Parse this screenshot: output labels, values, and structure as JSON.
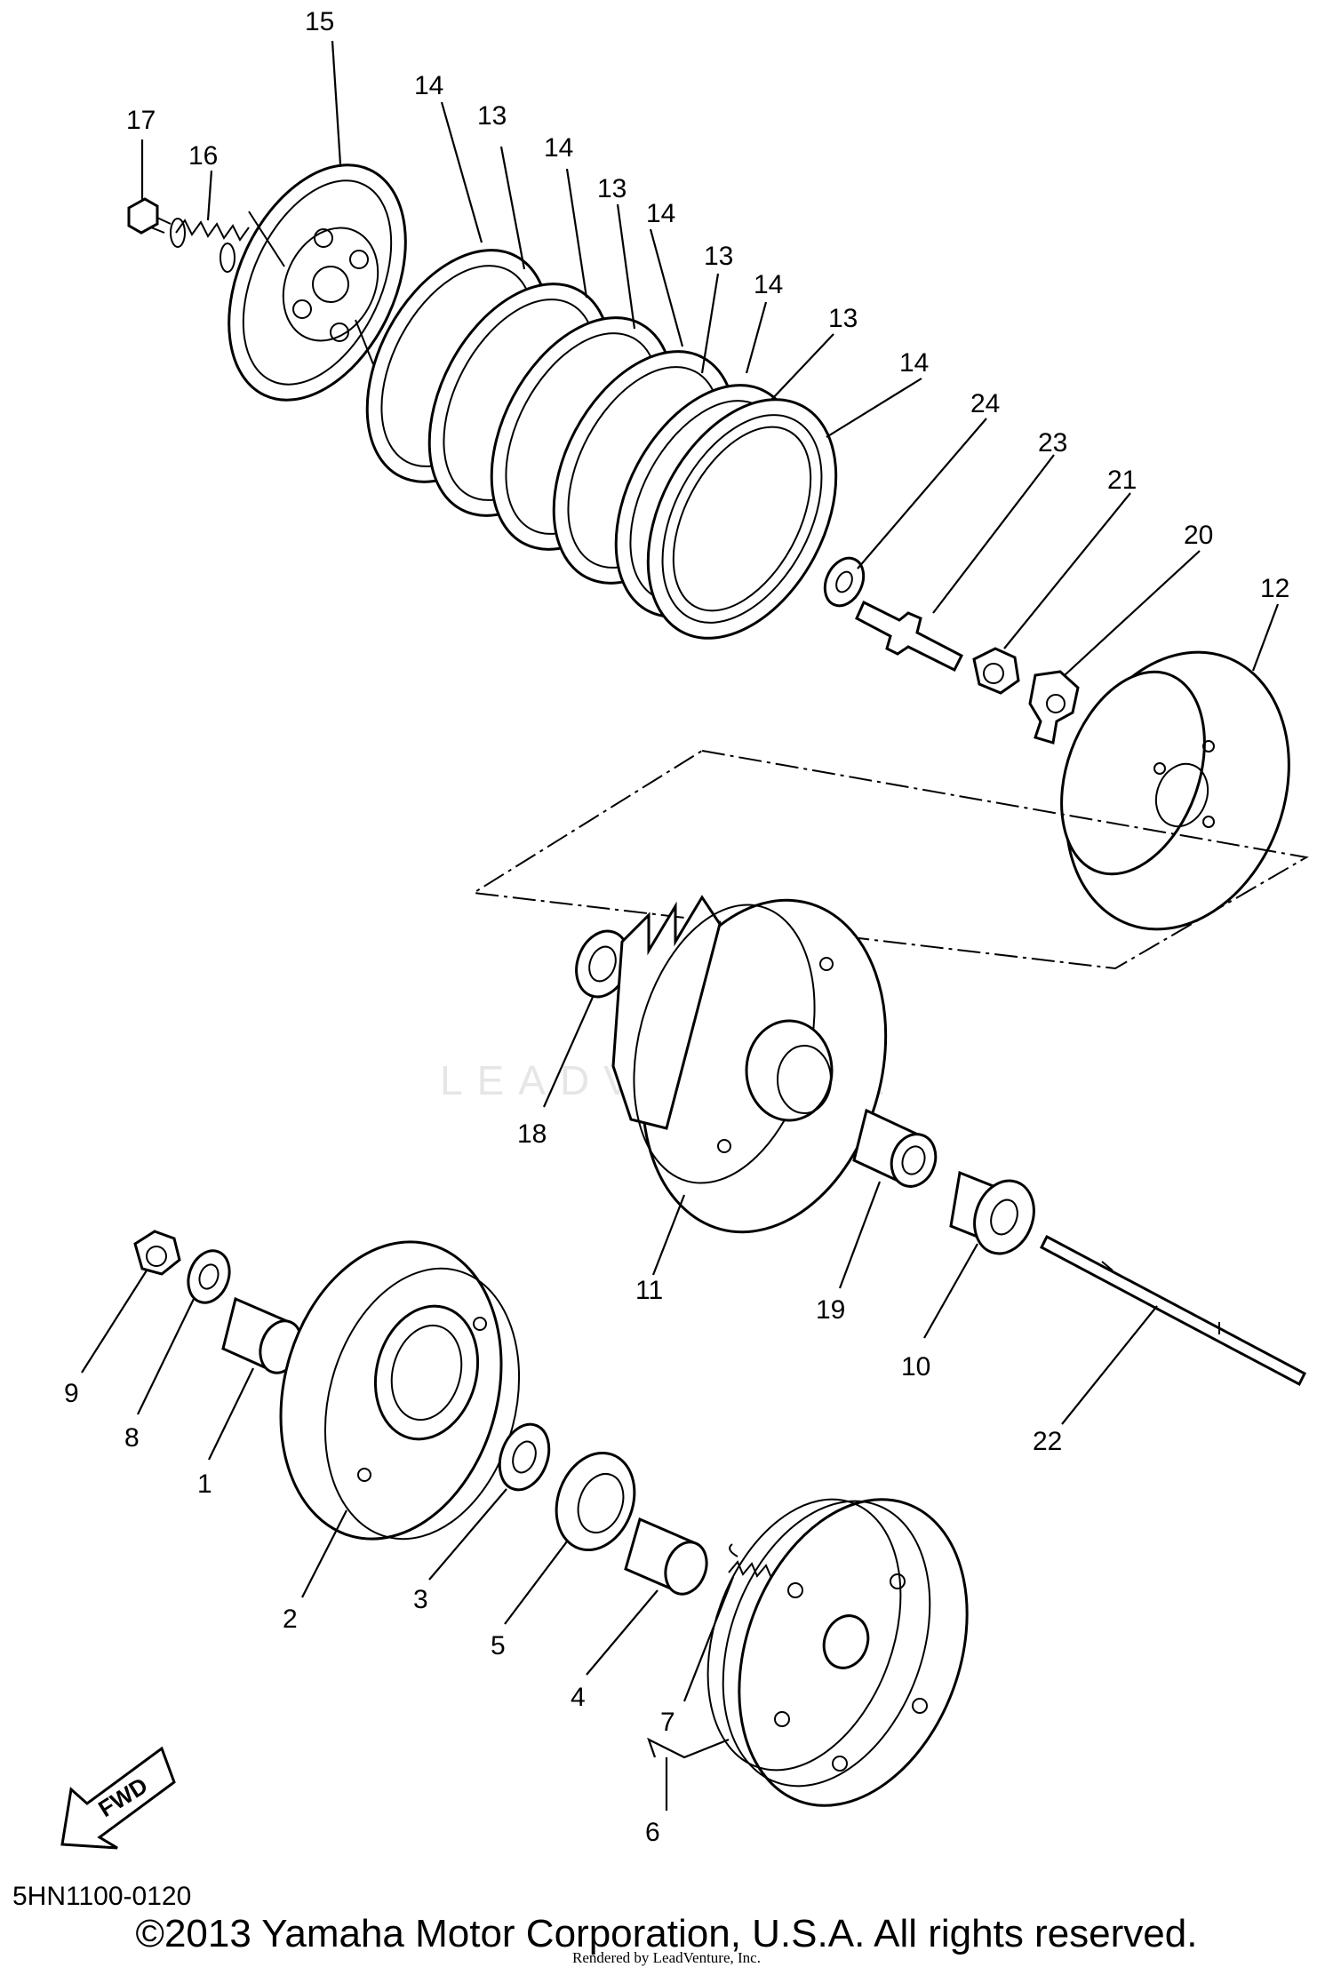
{
  "diagram": {
    "code": "5HN1100-0120",
    "copyright": "©2013 Yamaha Motor Corporation, U.S.A. All rights reserved.",
    "rendered_by": "Rendered by LeadVenture, Inc.",
    "watermark": "LEADVENTURE",
    "fwd_label": "FWD"
  },
  "callouts": [
    {
      "id": "c15",
      "label": "15"
    },
    {
      "id": "c17",
      "label": "17"
    },
    {
      "id": "c16",
      "label": "16"
    },
    {
      "id": "c14a",
      "label": "14"
    },
    {
      "id": "c13a",
      "label": "13"
    },
    {
      "id": "c14b",
      "label": "14"
    },
    {
      "id": "c13b",
      "label": "13"
    },
    {
      "id": "c14c",
      "label": "14"
    },
    {
      "id": "c13c",
      "label": "13"
    },
    {
      "id": "c14d",
      "label": "14"
    },
    {
      "id": "c13d",
      "label": "13"
    },
    {
      "id": "c14e",
      "label": "14"
    },
    {
      "id": "c24",
      "label": "24"
    },
    {
      "id": "c23",
      "label": "23"
    },
    {
      "id": "c21",
      "label": "21"
    },
    {
      "id": "c20",
      "label": "20"
    },
    {
      "id": "c12",
      "label": "12"
    },
    {
      "id": "c18",
      "label": "18"
    },
    {
      "id": "c11",
      "label": "11"
    },
    {
      "id": "c19",
      "label": "19"
    },
    {
      "id": "c10",
      "label": "10"
    },
    {
      "id": "c22",
      "label": "22"
    },
    {
      "id": "c9",
      "label": "9"
    },
    {
      "id": "c8",
      "label": "8"
    },
    {
      "id": "c1",
      "label": "1"
    },
    {
      "id": "c2",
      "label": "2"
    },
    {
      "id": "c3",
      "label": "3"
    },
    {
      "id": "c5",
      "label": "5"
    },
    {
      "id": "c4",
      "label": "4"
    },
    {
      "id": "c7",
      "label": "7"
    },
    {
      "id": "c6",
      "label": "6"
    }
  ]
}
